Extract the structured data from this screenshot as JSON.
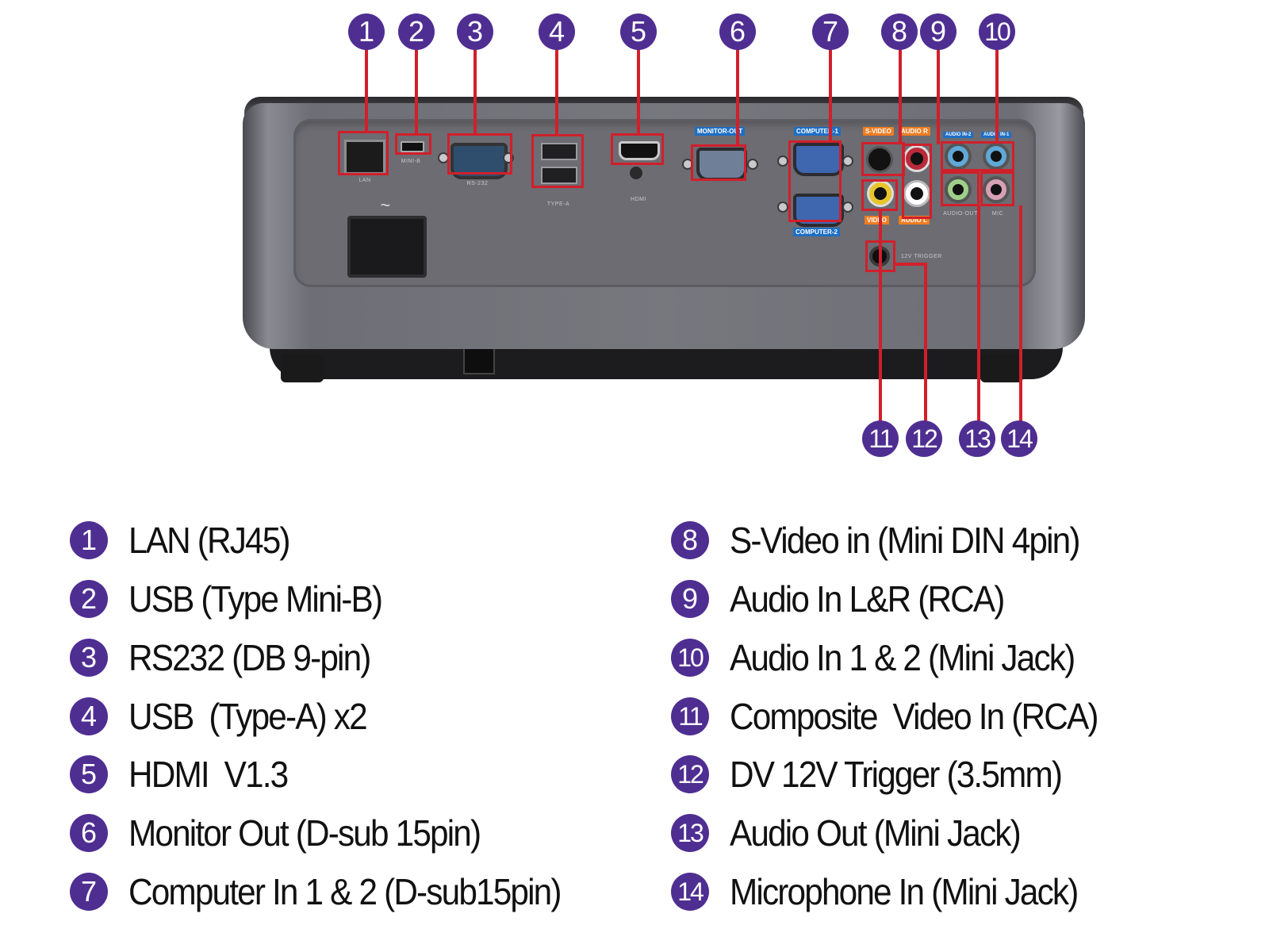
{
  "title": "Projector rear panel connectors",
  "colors": {
    "badge": "#4f2e92",
    "leader": "#d11f2b",
    "tag_blue": "#1d6fc4",
    "tag_orange": "#ee7d22"
  },
  "callouts": [
    "1",
    "2",
    "3",
    "4",
    "5",
    "6",
    "7",
    "8",
    "9",
    "10",
    "11",
    "12",
    "13",
    "14"
  ],
  "panel_labels": {
    "lan": "LAN",
    "mini_b": "MINI-B",
    "rs232": "RS-232",
    "usb_type_a": "TYPE-A",
    "hdmi": "HDMI",
    "monitor_out": "MONITOR-OUT",
    "computer_1": "COMPUTER-1",
    "computer_2": "COMPUTER-2",
    "s_video": "S-VIDEO",
    "audio_r": "AUDIO R",
    "video": "VIDEO",
    "audio_l": "AUDIO L",
    "audio_in_2": "AUDIO IN-2",
    "audio_in_1": "AUDIO IN-1",
    "audio_out": "AUDIO-OUT",
    "mic": "MIC",
    "trigger": "12V TRIGGER",
    "power_symbol": "~"
  },
  "legend": [
    {
      "num": "1",
      "label": "LAN (RJ45)"
    },
    {
      "num": "2",
      "label": "USB (Type Mini-B)"
    },
    {
      "num": "3",
      "label": "RS232 (DB 9-pin)"
    },
    {
      "num": "4",
      "label": "USB  (Type-A) x2"
    },
    {
      "num": "5",
      "label": "HDMI  V1.3"
    },
    {
      "num": "6",
      "label": "Monitor Out (D-sub 15pin)"
    },
    {
      "num": "7",
      "label": "Computer In 1 & 2 (D-sub15pin)"
    },
    {
      "num": "8",
      "label": "S-Video in (Mini DIN 4pin)"
    },
    {
      "num": "9",
      "label": "Audio In L&R (RCA)"
    },
    {
      "num": "10",
      "label": "Audio In 1 & 2 (Mini Jack)"
    },
    {
      "num": "11",
      "label": "Composite  Video In (RCA)"
    },
    {
      "num": "12",
      "label": "DV 12V Trigger (3.5mm)"
    },
    {
      "num": "13",
      "label": "Audio Out (Mini Jack)"
    },
    {
      "num": "14",
      "label": "Microphone In (Mini Jack)"
    }
  ]
}
